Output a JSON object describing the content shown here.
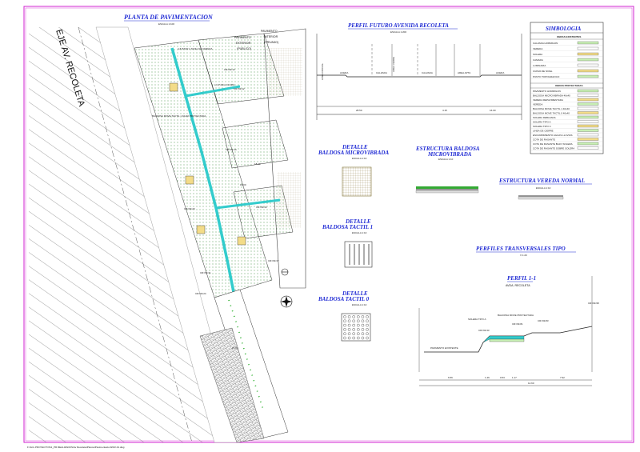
{
  "titles": {
    "plan": "PLANTA DE PAVIMENTACION",
    "plan_scale": "ESCALA 1:100",
    "perfil_futuro": "PERFIL FUTURO AVENIDA RECOLETA",
    "perfil_futuro_scale": "ESCALA 1:200",
    "simbologia": "SIMBOLOGIA",
    "detalle_micro_1": "DETALLE",
    "detalle_micro_2": "BALDOSA MICROVIBRADA",
    "detalle_micro_scale": "ESCALA 1:10",
    "estructura_micro_1": "ESTRUCTURA BALDOSA",
    "estructura_micro_2": "MICROVIBRADA",
    "estructura_micro_scale": "ESCALA 1:10",
    "detalle_tactil1_1": "DETALLE",
    "detalle_tactil1_2": "BALDOSA TACTIL 1",
    "detalle_tactil1_scale": "ESCALA 1:10",
    "estructura_vereda": "ESTRUCTURA VEREDA NORMAL",
    "estructura_vereda_scale": "ESCALA 1:10",
    "detalle_tactil0_1": "DETALLE",
    "detalle_tactil0_2": "BALDOSA TACTIL 0",
    "detalle_tactil0_scale": "ESCALA 1:10",
    "perfiles_tipo": "PERFILES TRANSVERSALES TIPO",
    "perfiles_tipo_scale": "V 1:20",
    "perfil_11": "PERFIL 1-1",
    "perfil_11_sub": "AVDA. RECOLETA"
  },
  "plan_labels": {
    "eje": "EJE AV. RECOLETA",
    "pav_ext_1": "PAVIMENTO",
    "pav_ext_2": "EXTERIOR",
    "pav_ext_3": "(PUBLICO)",
    "pav_int_1": "PAVIMENTO",
    "pav_int_2": "INTERIOR",
    "pav_int_3": "(PRIVADO)",
    "ajustar": "AJUSTAR A NIVEL DE VEREDA",
    "baldosa_tactil": "BALDOSA MOVE TACTIL 1 40x40 PROYECTADA",
    "cota_1": "CR=99.13",
    "cota_2": "CR=99.12",
    "cota_3": "CR=99.14",
    "cota_4": "CR=99.20",
    "cota_5": "CR=99.44",
    "cota_6": "CR=99.37",
    "cota_7": "CR=99.31",
    "cota_8": "CR=99.24",
    "dim_1": "18.00",
    "dim_2": "16.00",
    "dim_3": "L=17.00m  i=0.60%",
    "dim_4": "15.54"
  },
  "simbologia": {
    "header_existentes": "OBRAS EXISTENTES",
    "existentes": [
      "CALZADA HORMIGON",
      "VEREDA",
      "SOLERA",
      "CAMARA",
      "LUMINARIA",
      "CURVA DE NIVEL",
      "PUNTO TOPOGRAFICO"
    ],
    "header_proyectadas": "OBRAS PROYECTADAS",
    "proyectadas": [
      "PAVIMENTO HORMIGON",
      "BALDOSA MICROVIBRADA 40x40",
      "VEREDA REPAVIMENTADA",
      "VEREDA",
      "BALDOSA MOVE TACTIL 1 40x40",
      "BALDOSA MOVE TACTIL 0 40x40",
      "SOLERA REBAJADA",
      "SOLERA TIPO A",
      "SOLERA TIPO C",
      "LINEA DE CIERRE",
      "ESCURRIMIENTO AGUAS LLUVIAS",
      "COTA DE RASANTE",
      "COTA DE RASANTE BAJO SOLERA",
      "COTA DE RASANTE SOBRE SOLERA"
    ]
  },
  "perfil_futuro_labels": {
    "col_1": "LINEA OFICIAL",
    "col_2": "ACERA",
    "col_3": "CALZADA",
    "col_4": "CALZADA",
    "col_5": "AREA VERDE",
    "col_6": "AREA APTA",
    "col_7": "ACERA",
    "dim_1": "28.50",
    "dim_2": "4.15",
    "dim_3": "16.00"
  },
  "perfil_11_labels": {
    "solera": "SOLERA TIPO A",
    "baldosa": "BALDOSA MOVE PROYECTADA",
    "pavimento": "PAVIMENTO EXISTENTE",
    "dim_1": "6.56",
    "dim_2": "1.46",
    "dim_3": "0.53",
    "dim_4": "1.17",
    "dim_5": "7.92",
    "dim_6": "14.60",
    "cota_1": "CR=99.33",
    "cota_2": "CR=99.81",
    "cota_3": "CR=99.83",
    "cota_4": "CR=99.98"
  },
  "footer_path": "F:\\ACL PROYECTOS\\1_PR REALIZADOS\\Av Recoleta\\Planos\\Pavimentacion\\PAV-01.dwg",
  "colors": {
    "border": "#d020d0",
    "title": "#1f2ad4",
    "pavement_green": "#c8f0b4",
    "tactile_cyan": "#33cccc",
    "hatch": "#555555"
  }
}
